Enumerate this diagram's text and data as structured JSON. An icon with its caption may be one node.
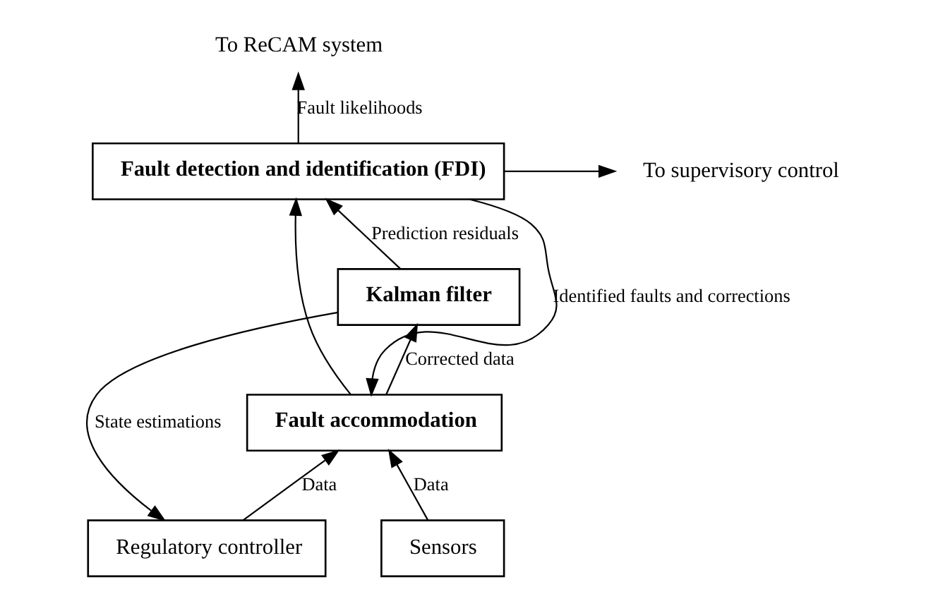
{
  "diagram": {
    "nodes": [
      {
        "text": [
          "To ReCAM system"
        ]
      },
      {
        "text": [
          "Fault detection and identification (FDI)"
        ]
      },
      {
        "text": [
          "To supervisory control"
        ]
      },
      {
        "text": [
          "Kalman filter"
        ]
      },
      {
        "text": [
          "Fault accommodation"
        ]
      },
      {
        "text": [
          "Regulatory controller"
        ]
      },
      {
        "text": [
          "Sensors"
        ]
      }
    ],
    "edges": [
      {
        "from": 1,
        "to": 0,
        "arrow": "to",
        "label": "Fault likelihoods"
      },
      {
        "from": 1,
        "to": 2,
        "arrow": "to"
      },
      {
        "from": 1,
        "to": 4,
        "arrow": "to",
        "label": "Identified faults and corrections"
      },
      {
        "from": 3,
        "to": 1,
        "arrow": "to",
        "label": "Prediction residuals"
      },
      {
        "from": 4,
        "to": 3,
        "arrow": "to",
        "label": "Corrected data"
      },
      {
        "from": 4,
        "to": 1,
        "arrow": "to"
      },
      {
        "from": 3,
        "to": 5,
        "arrow": "to",
        "label": "State estimations"
      },
      {
        "from": 5,
        "to": 4,
        "arrow": "to",
        "label": "Data"
      },
      {
        "from": 6,
        "to": 4,
        "arrow": "to",
        "label": "Data"
      }
    ]
  }
}
